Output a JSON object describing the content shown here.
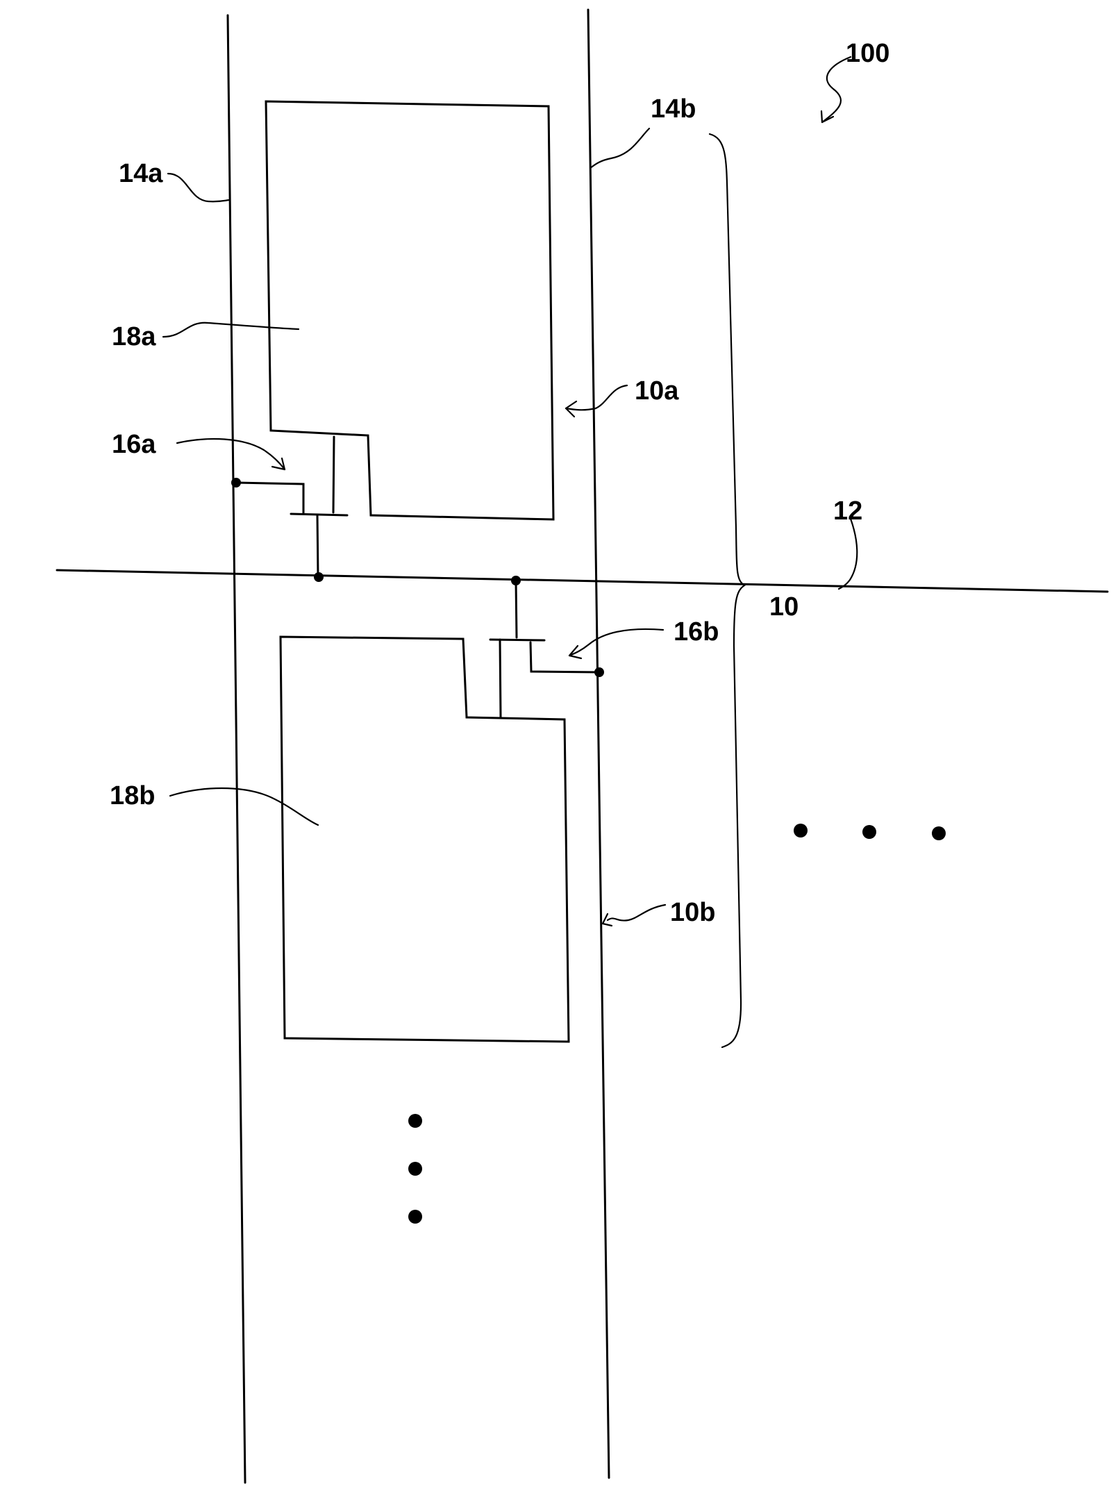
{
  "figure": {
    "labels": {
      "ref_100": "100",
      "data_line_14a": "14a",
      "data_line_14b": "14b",
      "pixel_electrode_18a": "18a",
      "pixel_electrode_18b": "18b",
      "pixel_10a": "10a",
      "pixel_10b": "10b",
      "tft_16a": "16a",
      "tft_16b": "16b",
      "gate_line_12": "12",
      "pixel_pair_10": "10"
    }
  }
}
